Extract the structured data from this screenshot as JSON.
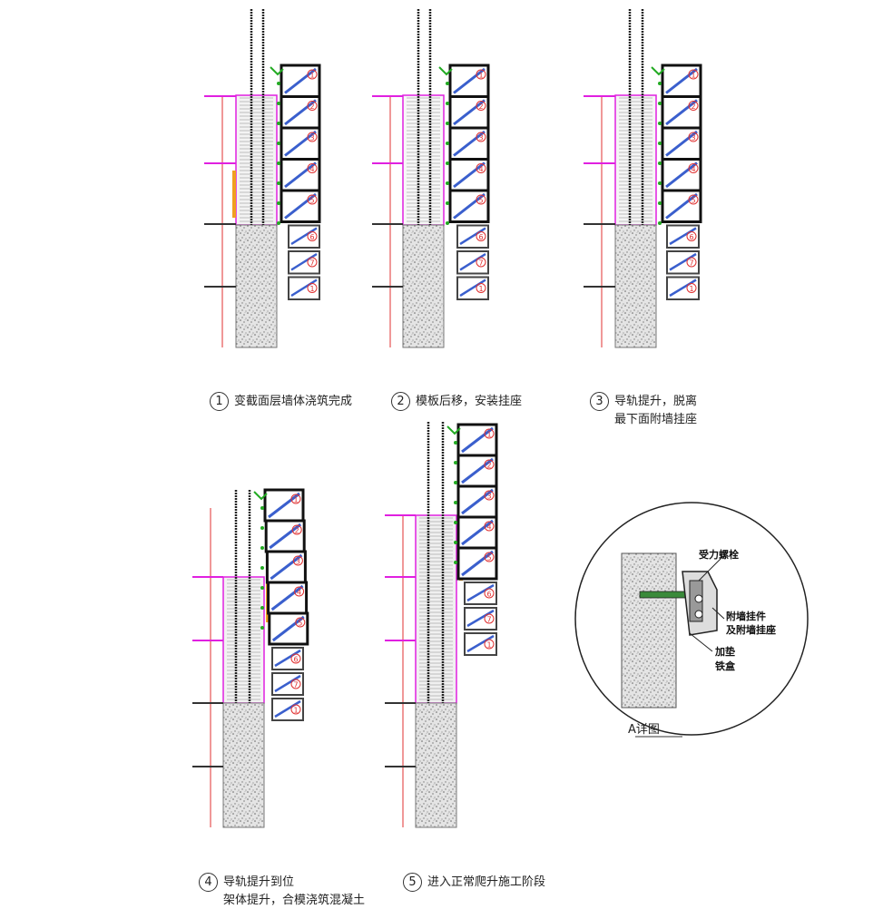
{
  "steps": [
    {
      "num": "1",
      "line1": "变截面层墙体浇筑完成",
      "line2": ""
    },
    {
      "num": "2",
      "line1": "模板后移，安装挂座",
      "line2": ""
    },
    {
      "num": "3",
      "line1": "导轨提升，脱离",
      "line2": "最下面附墙挂座"
    },
    {
      "num": "4",
      "line1": "导轨提升到位",
      "line2": "架体提升，合模浇筑混凝土"
    },
    {
      "num": "5",
      "line1": "进入正常爬升施工阶段",
      "line2": ""
    }
  ],
  "detail": {
    "title": "A详图",
    "labels": {
      "bolt": "受力螺栓",
      "seat1": "附墙挂件",
      "seat2": "及附墙挂座",
      "pad1": "加垫",
      "pad2": "铁盒"
    }
  },
  "frame_numbers": [
    "1",
    "2",
    "3",
    "4",
    "5",
    "6",
    "7"
  ],
  "colors": {
    "frame": "#111111",
    "brace": "#3a5fcd",
    "magenta": "#e020e0",
    "red": "#e03030",
    "orange": "#f0a020",
    "green": "#22aa22",
    "concrete": "#cfcfcf"
  }
}
